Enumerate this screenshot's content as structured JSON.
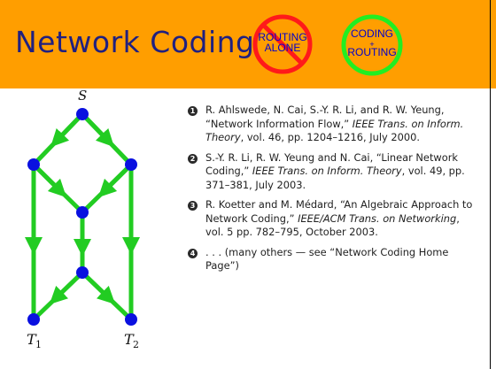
{
  "header": {
    "title": "Network Coding",
    "badge_no": {
      "line1": "ROUTING",
      "line2": "ALONE"
    },
    "badge_yes": {
      "line1": "CODING",
      "line2": "+",
      "line3": "ROUTING"
    }
  },
  "graph": {
    "source_label": "S",
    "sink1_label": "T",
    "sink1_sub": "1",
    "sink2_label": "T",
    "sink2_sub": "2"
  },
  "references": [
    {
      "num": "1",
      "before": "R. Ahlswede, N. Cai, S.-Y. R. Li, and R. W. Yeung, “Network Information Flow,” ",
      "source": "IEEE Trans. on Inform. Theory",
      "after": ", vol. 46, pp. 1204–1216, July 2000."
    },
    {
      "num": "2",
      "before": "S.-Y. R. Li, R. W. Yeung and N. Cai, “Linear Network Coding,” ",
      "source": "IEEE Trans. on Inform. Theory",
      "after": ", vol. 49, pp. 371–381, July 2003."
    },
    {
      "num": "3",
      "before": "R. Koetter and M. Médard, “An Algebraic Approach to Network Coding,” ",
      "source": "IEEE/ACM Trans. on Networking",
      "after": ", vol. 5 pp. 782–795, October 2003."
    },
    {
      "num": "4",
      "before": ". . . (many others — see “Network Coding Home Page”)",
      "source": "",
      "after": ""
    }
  ],
  "colors": {
    "header_bg": "#ff9e00",
    "title": "#202080",
    "edge": "#22cc22",
    "node": "#0a10e0",
    "forbid": "#ff1a1a",
    "ok": "#22ee22"
  }
}
